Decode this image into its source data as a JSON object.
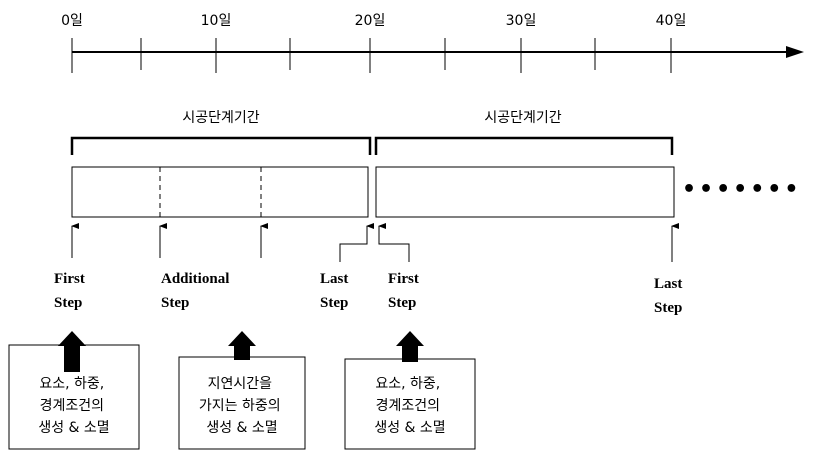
{
  "timeline": {
    "tick_labels": [
      "0일",
      "10일",
      "20일",
      "30일",
      "40일"
    ]
  },
  "phases": [
    {
      "label": "시공단계기간"
    },
    {
      "label": "시공단계기간"
    }
  ],
  "continuation": "•••••••",
  "steps": {
    "first_step_1": [
      "First",
      "Step"
    ],
    "additional_step": [
      "Additional",
      "Step"
    ],
    "last_step_1": [
      "Last",
      "Step"
    ],
    "first_step_2": [
      "First",
      "Step"
    ],
    "last_step_2": [
      "Last",
      "Step"
    ]
  },
  "notes": [
    {
      "lines": [
        "요소, 하중,",
        "경계조건의",
        "생성 & 소멸"
      ]
    },
    {
      "lines": [
        "지연시간을",
        "가지는 하중의",
        "생성 & 소멸"
      ]
    },
    {
      "lines": [
        "요소, 하중,",
        "경계조건의",
        "생성 & 소멸"
      ]
    }
  ]
}
